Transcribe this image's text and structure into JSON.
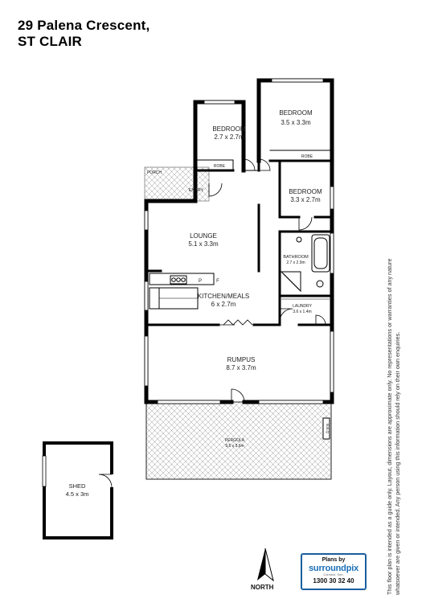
{
  "header": {
    "address_line1": "29 Palena Crescent,",
    "address_line2": "ST CLAIR"
  },
  "rooms": {
    "bedroom_left": {
      "name": "BEDROOM",
      "dims": "2.7 x 2.7m"
    },
    "bedroom_top": {
      "name": "BEDROOM",
      "dims": "3.5 x 3.3m"
    },
    "bedroom_right": {
      "name": "BEDROOM",
      "dims": "3.3 x 2.7m"
    },
    "robe_left": {
      "name": "ROBE"
    },
    "robe_right": {
      "name": "ROBE"
    },
    "entry": {
      "name": "ENTRY"
    },
    "porch": {
      "name": "PORCH"
    },
    "lounge": {
      "name": "LOUNGE",
      "dims": "5.1 x 3.3m"
    },
    "bathroom": {
      "name": "BATHROOM",
      "dims": "2.7 x 2.9m"
    },
    "kitchen_meals": {
      "name": "KITCHEN/MEALS",
      "dims": "6 x 2.7m"
    },
    "laundry": {
      "name": "LAUNDRY",
      "dims": "3.6 x 1.4m"
    },
    "rumpus": {
      "name": "RUMPUS",
      "dims": "8.7 x 3.7m"
    },
    "pergola": {
      "name": "PERGOLA",
      "dims": "9.5 x 3.6m"
    },
    "bbq": {
      "name": "B.B.Q"
    },
    "shed": {
      "name": "SHED",
      "dims": "4.5 x 3m"
    }
  },
  "fixtures": {
    "pantry": "P",
    "fridge": "F"
  },
  "compass": {
    "label": "NORTH"
  },
  "logo": {
    "plans_by": "Plans by",
    "brand": "surroundpix",
    "tagline": "Connect. See.",
    "phone": "1300 30 32 40"
  },
  "disclaimer": "This floor plan is intended as a guide only. Layout, dimensions are approximate only. No representations or warranties of any nature whatsoever are given or intended. Any person using this information should rely on their own enquiries."
}
